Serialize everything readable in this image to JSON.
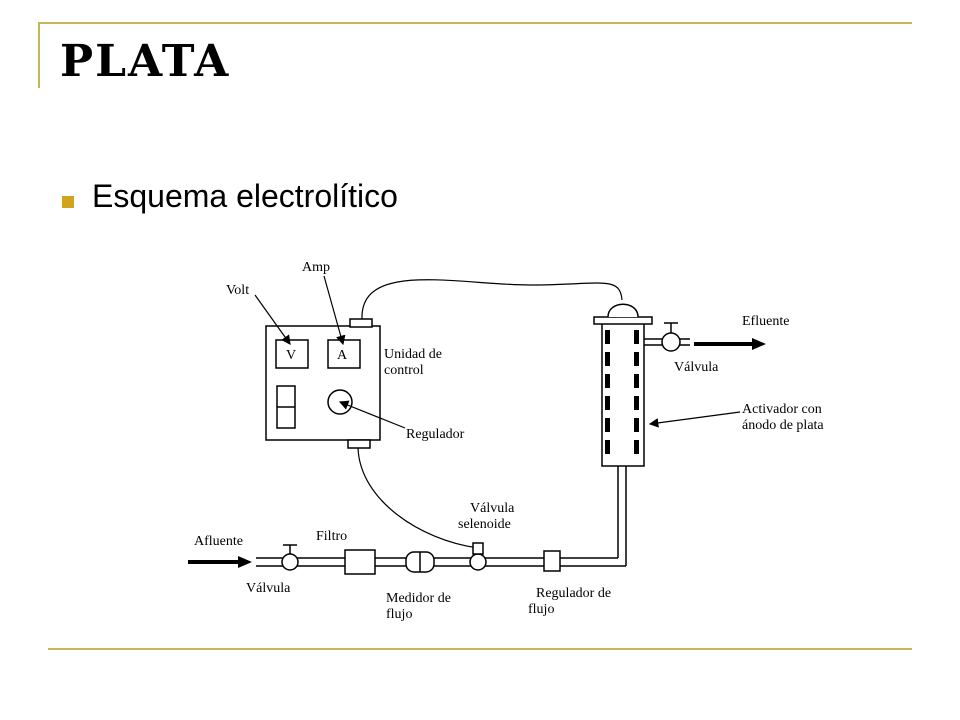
{
  "slide": {
    "title": "PLATA",
    "bullet": "Esquema electrolítico"
  },
  "colors": {
    "accent_rule": "#c8b45c",
    "bullet": "#d2a41c",
    "text": "#000000"
  },
  "diagram": {
    "labels": {
      "volt": "Volt",
      "amp": "Amp",
      "v_meter": "V",
      "a_meter": "A",
      "control_unit_1": "Unidad de",
      "control_unit_2": "control",
      "regulator": "Regulador",
      "effluent": "Efluente",
      "valve_top": "Válvula",
      "activator_1": "Activador con",
      "activator_2": "ánodo de plata",
      "solenoid_1": "Válvula",
      "solenoid_2": "selenoide",
      "affluent": "Afluente",
      "filter": "Filtro",
      "valve_bottom": "Válvula",
      "flowmeter_1": "Medidor de",
      "flowmeter_2": "flujo",
      "flow_reg_1": "Regulador de",
      "flow_reg_2": "flujo"
    }
  }
}
